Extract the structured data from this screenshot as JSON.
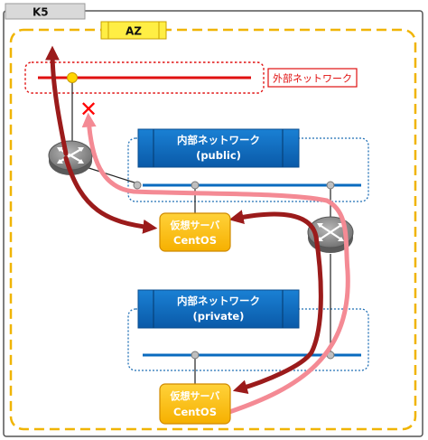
{
  "labels": {
    "region": "K5",
    "az": "AZ",
    "external_network": "外部ネットワーク",
    "internal_public_line1": "内部ネットワーク",
    "internal_public_line2": "(public)",
    "internal_private_line1": "内部ネットワーク",
    "internal_private_line2": "(private)",
    "vm_top_line1": "仮想サーバ",
    "vm_top_line2": "CentOS",
    "vm_bottom_line1": "仮想サーバ",
    "vm_bottom_line2": "CentOS",
    "blocked_mark": "✕"
  },
  "colors": {
    "outer_border": "#555555",
    "az_border": "#f0b400",
    "az_label_bg": "#ffee44",
    "external_red": "#e01010",
    "network_blue": "#0a6bbf",
    "network_dotted": "#1f6fb5",
    "vm_orange": "#ffc000",
    "vm_text": "#ffffff",
    "router_gray": "#8c8c8c",
    "path_dark": "#9b1b1b",
    "path_pink": "#f48a94",
    "blocked_red": "#ff0000"
  },
  "icons": {
    "router": "router-icon",
    "blocked": "blocked-x-icon"
  }
}
